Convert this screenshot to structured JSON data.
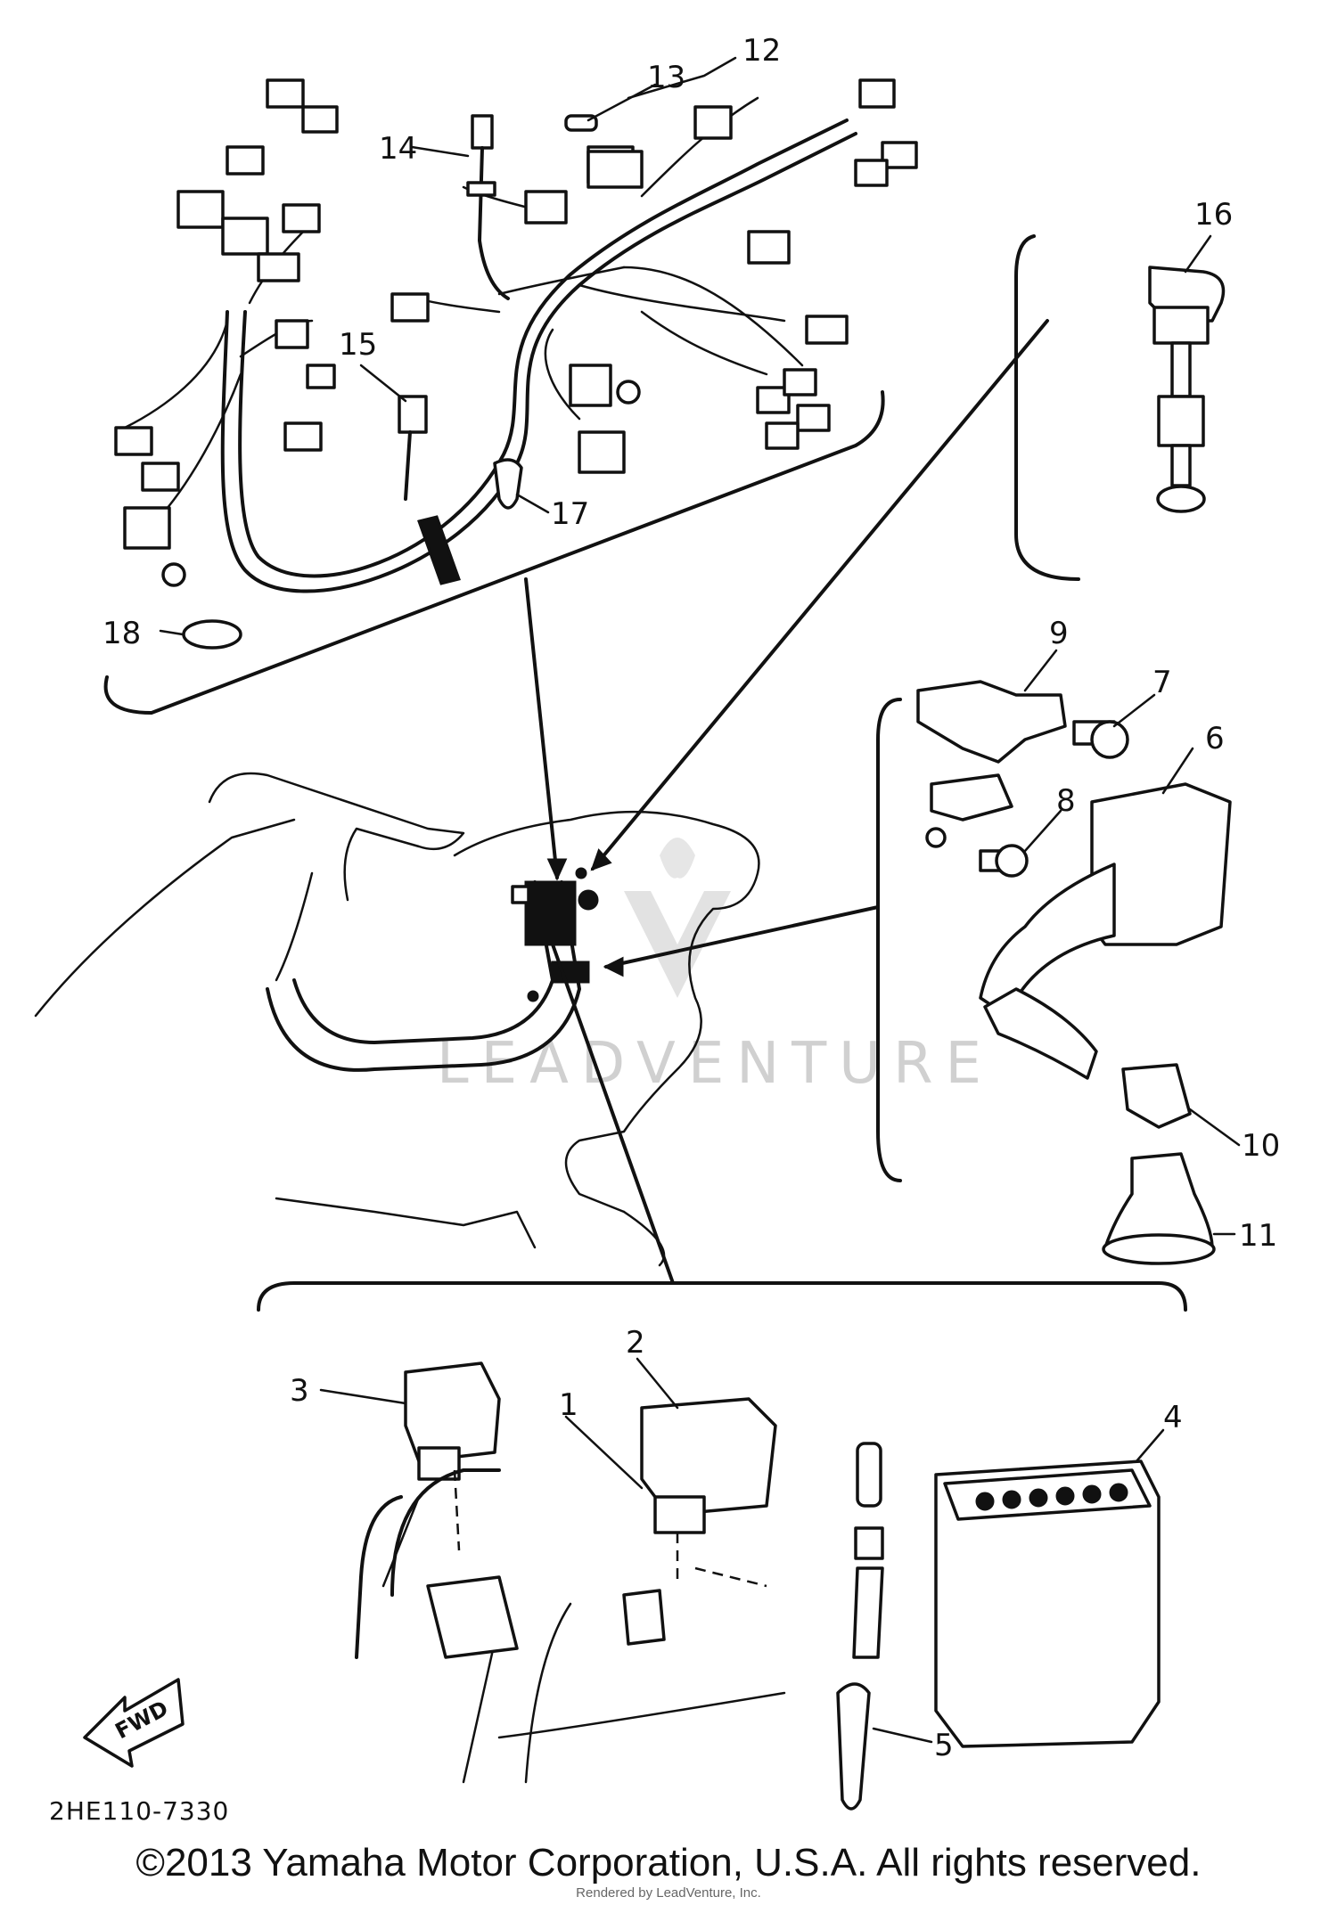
{
  "diagram": {
    "part_callouts": [
      "1",
      "2",
      "3",
      "4",
      "5",
      "6",
      "7",
      "8",
      "9",
      "10",
      "11",
      "12",
      "13",
      "14",
      "15",
      "16",
      "17",
      "18"
    ],
    "fwd_label": "FWD",
    "figure_code": "2HE110-7330",
    "watermark": "LEADVENTURE"
  },
  "footer": {
    "copyright": "©2013 Yamaha Motor Corporation, U.S.A. All rights reserved.",
    "rendered_by": "Rendered by LeadVenture, Inc."
  }
}
